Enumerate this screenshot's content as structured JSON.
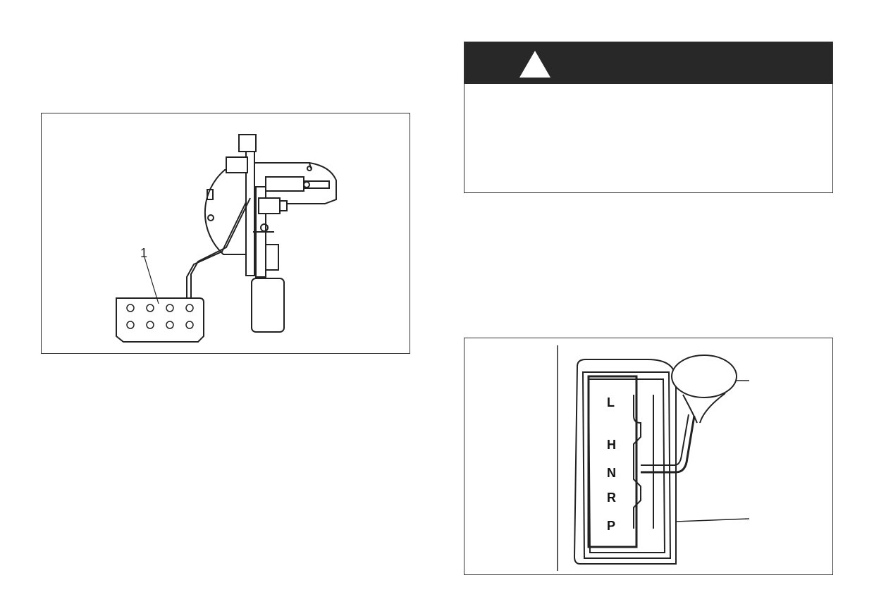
{
  "pedal_figure": {
    "callout_number": "1"
  },
  "warning_box": {
    "icon": "warning-triangle-icon",
    "header_text": "",
    "body_text": ""
  },
  "shifter_figure": {
    "gear_positions": [
      "L",
      "H",
      "N",
      "R",
      "P"
    ]
  }
}
